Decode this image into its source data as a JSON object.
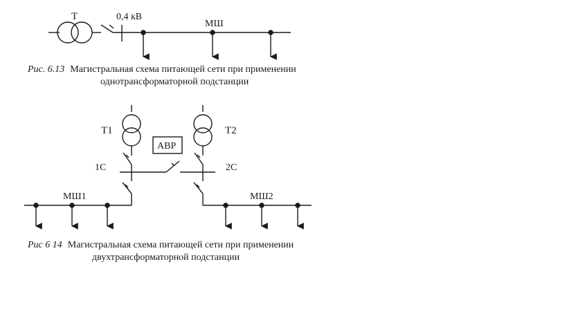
{
  "figure1": {
    "transformer_label": "Т",
    "voltage_label": "0,4 кВ",
    "busway_label": "МШ",
    "caption_number": "Рис.  6.13",
    "caption_line1": "Магистральная схема питающей сети при применении",
    "caption_line2": "однотрансформаторной подстанции"
  },
  "figure2": {
    "transformer1_label": "Т1",
    "transformer2_label": "Т2",
    "ats_label": "АВР",
    "section1_label": "1С",
    "section2_label": "2С",
    "busway1_label": "МШ1",
    "busway2_label": "МШ2",
    "caption_number": "Рис  6 14",
    "caption_line1": "Магистральная схема питающей сети при применении",
    "caption_line2": "двухтрансформаторной подстанции"
  },
  "style": {
    "ink": "#1a1a1a",
    "background": "#ffffff"
  }
}
